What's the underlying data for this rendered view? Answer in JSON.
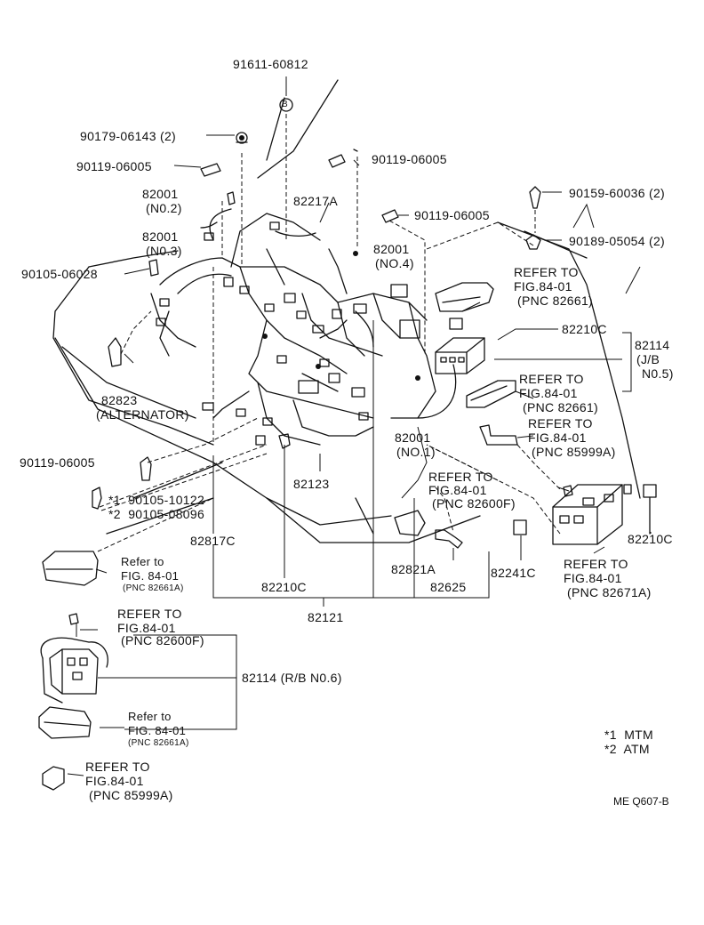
{
  "labels": {
    "p91611": "91611-60812",
    "p90179": "90179-06143 (2)",
    "p90119a": "90119-06005",
    "p90119b": "90119-06005",
    "p90119c": "90119-06005",
    "p90119d": "90119-06005",
    "p82001_2a": "82001",
    "p82001_2b": "(N0.2)",
    "p82001_3a": "82001",
    "p82001_3b": "(N0.3)",
    "p90105_06028": "90105-06028",
    "p82217a": "82217A",
    "p82001_4a": "82001",
    "p82001_4b": "(NO.4)",
    "p90159": "90159-60036 (2)",
    "p90189": "90189-05054 (2)",
    "ref1_l1": "REFER TO",
    "ref1_l2": "FIG.84-01",
    "ref1_l3": "(PNC 82661)",
    "p82210c_top": "82210C",
    "p82114_l1": "82114",
    "p82114_l2": "(J/B",
    "p82114_l3": "N0.5)",
    "ref2_l1": "REFER TO",
    "ref2_l2": "FIG.84-01",
    "ref2_l3": "(PNC 82661)",
    "ref3_l1": "REFER TO",
    "ref3_l2": "FIG.84-01",
    "ref3_l3": "(PNC 85999A)",
    "p82823_l1": "82823",
    "p82823_l2": "(ALTERNATOR)",
    "p82001_1a": "82001",
    "p82001_1b": "(NO.1)",
    "p82123": "82123",
    "ref4_l1": "REFER TO",
    "ref4_l2": "FIG.84-01",
    "ref4_l3": "(PNC 82600F)",
    "p_star1": "*1  90105-10122",
    "p_star2": "*2  90105-08096",
    "p82817c": "82817C",
    "ref5_l1": "Refer to",
    "ref5_l2": "FIG. 84-01",
    "ref5_l3": "(PNC 82661A)",
    "p82210c_mid": "82210C",
    "p82121": "82121",
    "p82821a": "82821A",
    "p82625": "82625",
    "p82241c": "82241C",
    "p82210c_right": "82210C",
    "ref6_l1": "REFER TO",
    "ref6_l2": "FIG.84-01",
    "ref6_l3": "(PNC 82671A)",
    "ref7_l1": "REFER TO",
    "ref7_l2": "FIG.84-01",
    "ref7_l3": "(PNC 82600F)",
    "p82114_rb": "82114 (R/B N0.6)",
    "ref8_l1": "Refer to",
    "ref8_l2": "FIG. 84-01",
    "ref8_l3": "(PNC 82661A)",
    "ref9_l1": "REFER TO",
    "ref9_l2": "FIG.84-01",
    "ref9_l3": "(PNC 85999A)",
    "legend1": "*1  MTM",
    "legend2": "*2  ATM",
    "figcode": "ME Q607-B",
    "bolt_marker": "B"
  },
  "colors": {
    "ink": "#111111",
    "paper": "#ffffff"
  }
}
